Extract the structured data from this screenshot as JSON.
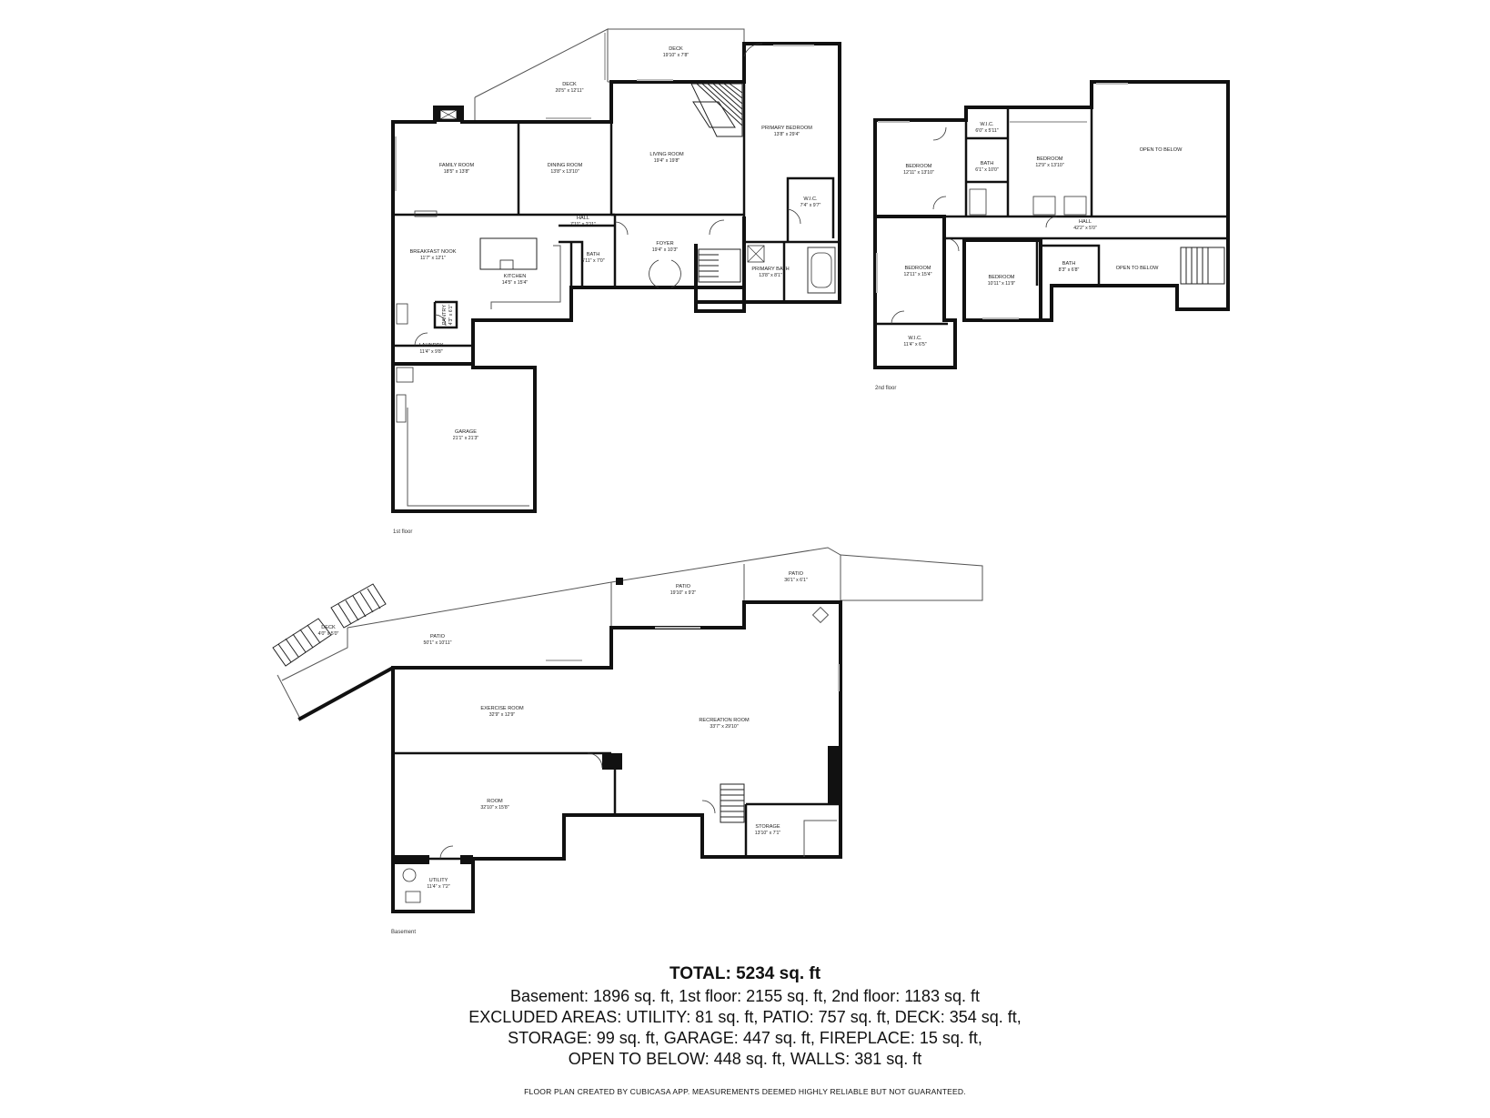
{
  "floors": {
    "first": {
      "label": "1st floor",
      "rooms": [
        {
          "name": "DECK",
          "dims": "19'10\" x 7'8\""
        },
        {
          "name": "DECK",
          "dims": "20'5\" x 12'11\""
        },
        {
          "name": "PRIMARY BEDROOM",
          "dims": "13'8\" x 29'4\""
        },
        {
          "name": "FAMILY ROOM",
          "dims": "18'5\" x 13'8\""
        },
        {
          "name": "DINING ROOM",
          "dims": "13'8\" x 13'10\""
        },
        {
          "name": "LIVING ROOM",
          "dims": "19'4\" x 19'8\""
        },
        {
          "name": "W.I.C.",
          "dims": "7'4\" x 9'7\""
        },
        {
          "name": "HALL",
          "dims": "7'11\" x 2'11\""
        },
        {
          "name": "BREAKFAST NOOK",
          "dims": "11'7\" x 12'1\""
        },
        {
          "name": "BATH",
          "dims": "5'11\" x 7'0\""
        },
        {
          "name": "FOYER",
          "dims": "19'4\" x 10'3\""
        },
        {
          "name": "PRIMARY BATH",
          "dims": "13'8\" x 8'1\""
        },
        {
          "name": "KITCHEN",
          "dims": "14'5\" x 15'4\""
        },
        {
          "name": "PANTRY",
          "dims": "4'3\" x 6'1\""
        },
        {
          "name": "LAUNDRY",
          "dims": "11'4\" x 9'8\""
        },
        {
          "name": "GARAGE",
          "dims": "21'1\" x 21'3\""
        }
      ]
    },
    "second": {
      "label": "2nd floor",
      "rooms": [
        {
          "name": "W.I.C.",
          "dims": "6'0\" x 5'11\""
        },
        {
          "name": "BEDROOM",
          "dims": "12'11\" x 13'10\""
        },
        {
          "name": "BEDROOM",
          "dims": "12'9\" x 13'10\""
        },
        {
          "name": "OPEN TO BELOW",
          "dims": ""
        },
        {
          "name": "BATH",
          "dims": "6'1\" x 10'0\""
        },
        {
          "name": "HALL",
          "dims": "42'2\" x 5'0\""
        },
        {
          "name": "BEDROOM",
          "dims": "12'11\" x 15'4\""
        },
        {
          "name": "BEDROOM",
          "dims": "10'11\" x 11'9\""
        },
        {
          "name": "BATH",
          "dims": "8'3\" x 6'8\""
        },
        {
          "name": "OPEN TO BELOW",
          "dims": ""
        },
        {
          "name": "W.I.C.",
          "dims": "11'4\" x 6'5\""
        }
      ]
    },
    "basement": {
      "label": "Basement",
      "rooms": [
        {
          "name": "PATIO",
          "dims": "36'1\" x 6'1\""
        },
        {
          "name": "PATIO",
          "dims": "19'10\" x 9'2\""
        },
        {
          "name": "DECK",
          "dims": "4'0\" x 5'0\""
        },
        {
          "name": "PATIO",
          "dims": "50'1\" x 10'11\""
        },
        {
          "name": "EXERCISE ROOM",
          "dims": "32'9\" x 12'9\""
        },
        {
          "name": "RECREATION ROOM",
          "dims": "33'7\" x 29'10\""
        },
        {
          "name": "ROOM",
          "dims": "32'10\" x 15'8\""
        },
        {
          "name": "STORAGE",
          "dims": "13'10\" x 7'1\""
        },
        {
          "name": "UTILITY",
          "dims": "11'4\" x 7'2\""
        }
      ]
    }
  },
  "summary": {
    "total": "TOTAL: 5234 sq. ft",
    "line1": "Basement: 1896 sq. ft, 1st floor: 2155 sq. ft, 2nd floor: 1183 sq. ft",
    "line2": "EXCLUDED AREAS: UTILITY: 81 sq. ft, PATIO: 757 sq. ft, DECK: 354 sq. ft,",
    "line3": "STORAGE: 99 sq. ft, GARAGE: 447 sq. ft, FIREPLACE: 15 sq. ft,",
    "line4": "OPEN TO BELOW: 448 sq. ft, WALLS: 381 sq. ft"
  },
  "disclaimer": "FLOOR PLAN CREATED BY CUBICASA APP. MEASUREMENTS DEEMED HIGHLY RELIABLE BUT NOT GUARANTEED."
}
